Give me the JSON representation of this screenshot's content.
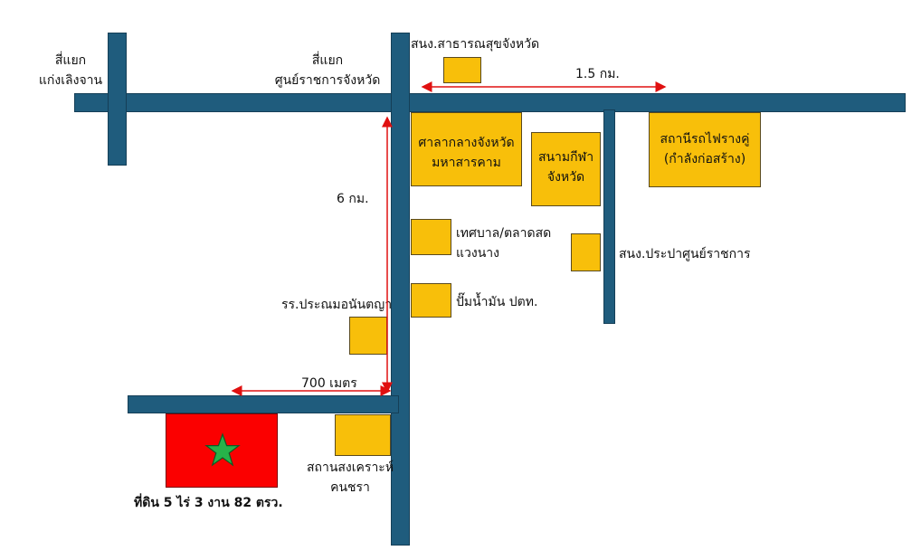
{
  "intersections": {
    "left": [
      "สี่แยก",
      "แก่งเลิงจาน"
    ],
    "center": [
      "สี่แยก",
      "ศูนย์ราชการจังหวัด"
    ]
  },
  "places": {
    "health_office": "สนง.สาธารณสุขจังหวัด",
    "city_hall": [
      "ศาลากลางจังหวัด",
      "มหาสารคาม"
    ],
    "stadium": [
      "สนามกีฬา",
      "จังหวัด"
    ],
    "railway_station": [
      "สถานีรถไฟรางคู่",
      "(กำลังก่อสร้าง)"
    ],
    "municipality_market": [
      "เทศบาล/ตลาดสด",
      "แวงนาง"
    ],
    "gas_station": "ปั๊มน้ำมัน ปตท.",
    "water_supply_office": "สนง.ประปาศูนย์ราชการ",
    "school": "รร.ประณมอนันตญา",
    "welfare_home": [
      "สถานสงเคราะห์",
      "คนชรา"
    ]
  },
  "distances": {
    "east": "1.5 กม.",
    "north_south": "6 กม.",
    "west": "700 เมตร"
  },
  "land_plot": {
    "caption": "ที่ดิน 5 ไร่ 3 งาน 82 ตรว.",
    "marker": "star-icon"
  },
  "colors": {
    "road": "#1f5c7d",
    "landmark": "#f8bf0a",
    "plot": "#fb0000",
    "star": "#27b34a",
    "arrow": "#e01010"
  }
}
